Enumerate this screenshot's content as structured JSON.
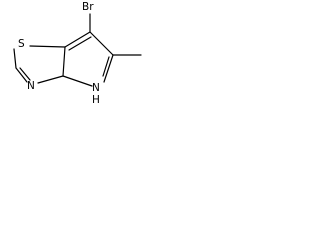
{
  "molecule": {
    "atoms": {
      "bromine": "Br",
      "sulfur": "S",
      "nitrogen_ring": "N",
      "nitrogen_h": "N",
      "hydrogen": "H"
    }
  },
  "colors": {
    "bond": "#000000",
    "text": "#000000",
    "background": "#ffffff"
  }
}
